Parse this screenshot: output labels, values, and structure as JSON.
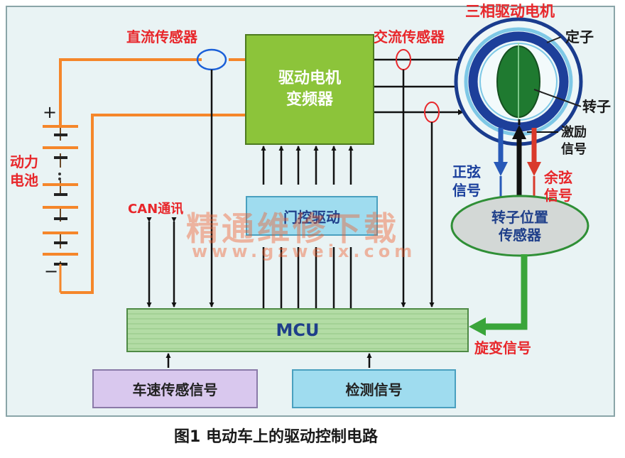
{
  "colors": {
    "panel_bg": "#e9f3f4",
    "green_box": "#8cc43a",
    "mcu_green": "#b3dca5",
    "cyan_box": "#9fdcef",
    "lavender_box": "#d9c8ee",
    "wire_orange": "#f5862a",
    "label_red": "#e8272b",
    "stator_blue": "#1d3f9a",
    "rotor_green": "#1f7a30",
    "arrow_green": "#3aa53a"
  },
  "labels": {
    "motor_title": "三相驱动电机",
    "dc_sensor": "直流传感器",
    "ac_sensor": "交流传感器",
    "stator": "定子",
    "rotor": "转子",
    "excitation_line1": "激励",
    "excitation_line2": "信号",
    "sine_line1": "正弦",
    "sine_line2": "信号",
    "cosine_line1": "余弦",
    "cosine_line2": "信号",
    "battery_line1": "动力",
    "battery_line2": "电池",
    "plus": "+",
    "minus": "−",
    "can": "CAN通讯",
    "resolver_signal": "旋变信号"
  },
  "boxes": {
    "inverter_line1": "驱动电机",
    "inverter_line2": "变频器",
    "gate_driver": "门控驱动",
    "mcu": "MCU",
    "speed_sensor": "车速传感信号",
    "detect": "检测信号",
    "rotor_sensor_line1": "转子位置",
    "rotor_sensor_line2": "传感器"
  },
  "watermark": {
    "cn": "精通维修下载",
    "url": "www.gzweix.com"
  },
  "caption": "图1 电动车上的驱动控制电路"
}
